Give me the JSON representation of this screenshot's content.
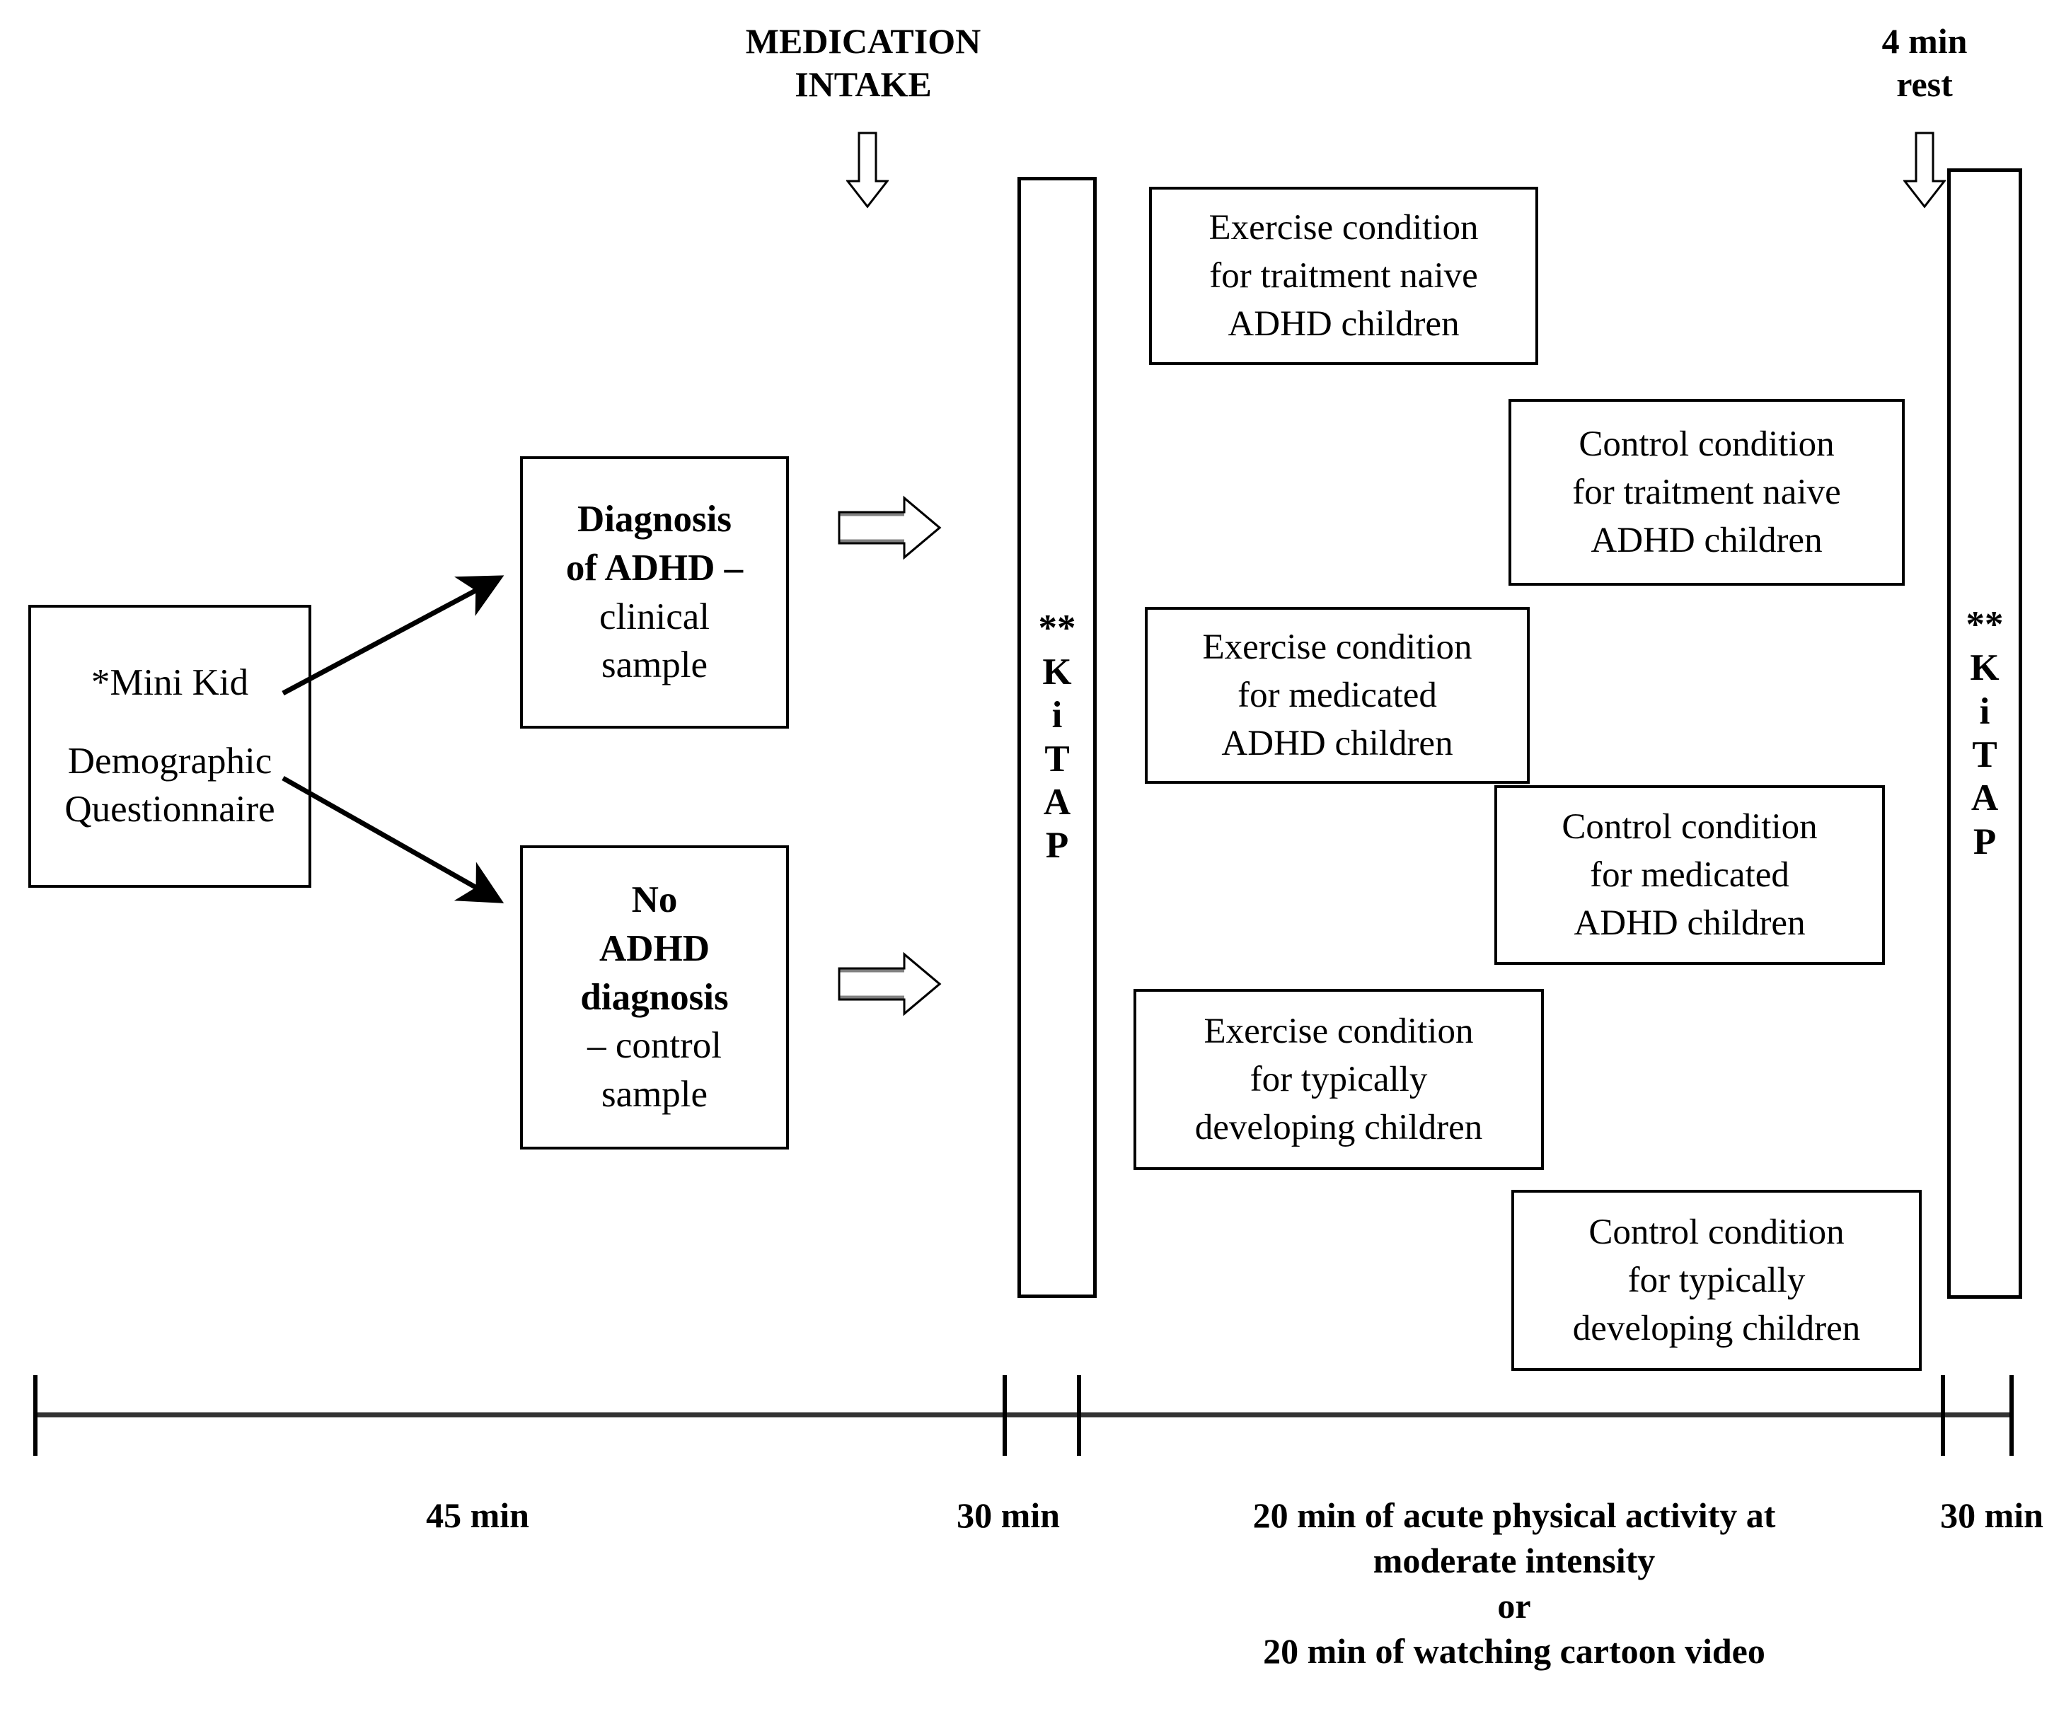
{
  "diagram": {
    "type": "study-protocol-flowchart",
    "title_labels": {
      "medication_intake": "MEDICATION\nINTAKE",
      "rest": "4 min\nrest"
    },
    "entry": {
      "line1": "*Mini Kid",
      "line2": "Demographic",
      "line3": "Questionnaire"
    },
    "groups": [
      {
        "id": "adhd-clinical",
        "bold_part": "Diagnosis\nof ADHD –",
        "regular_part": "clinical\nsample"
      },
      {
        "id": "control-sample",
        "bold_part": "No\nADHD\ndiagnosis",
        "regular_part": "– control\nsample"
      }
    ],
    "kitap_pre": {
      "stars": "**",
      "letters": [
        "K",
        "i",
        "T",
        "A",
        "P"
      ]
    },
    "kitap_post": {
      "stars": "**",
      "letters": [
        "K",
        "i",
        "T",
        "A",
        "P"
      ]
    },
    "conditions": [
      {
        "id": "exercise-traitment-naive",
        "line1": "Exercise condition",
        "line2": "for traitment naive",
        "line3": "ADHD  children"
      },
      {
        "id": "control-traitment-naive",
        "line1": "Control condition",
        "line2": "for traitment naive",
        "line3": "ADHD  children"
      },
      {
        "id": "exercise-medicated",
        "line1": "Exercise condition",
        "line2": "for medicated",
        "line3": "ADHD  children"
      },
      {
        "id": "control-medicated",
        "line1": "Control condition",
        "line2": "for medicated",
        "line3": "ADHD  children"
      },
      {
        "id": "exercise-typically-developing",
        "line1": "Exercise condition",
        "line2": "for typically",
        "line3": "developing  children"
      },
      {
        "id": "control-typically-developing",
        "line1": "Control condition",
        "line2": "for typically",
        "line3": "developing  children"
      }
    ],
    "timeline": {
      "segments": [
        {
          "id": "seg-45",
          "label": "45 min"
        },
        {
          "id": "seg-30-pre",
          "label": "30 min"
        },
        {
          "id": "seg-activity",
          "line1": "20 min of acute physical activity at",
          "line2": "moderate intensity",
          "line3": "or",
          "line4": "20 min of watching cartoon video"
        },
        {
          "id": "seg-30-post",
          "label": "30 min"
        }
      ]
    },
    "colors": {
      "stroke": "#000000",
      "background": "#ffffff",
      "arrow_fill": "#ffffff",
      "arrow_shadow": "#808080"
    }
  }
}
